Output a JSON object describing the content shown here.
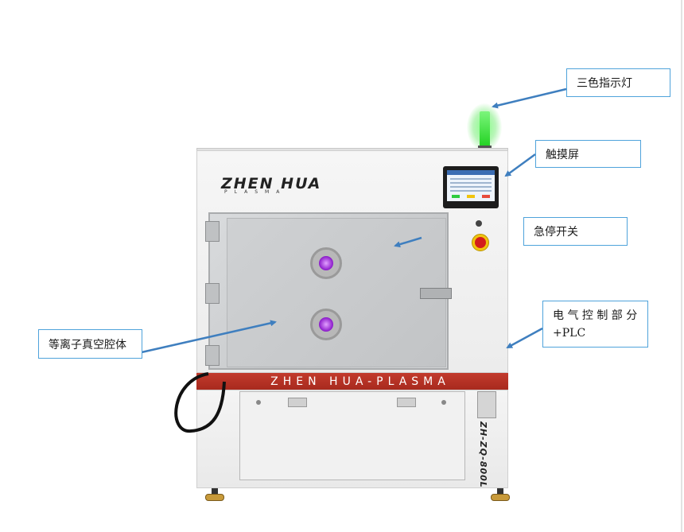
{
  "callouts": {
    "tricolor_light": "三色指示灯",
    "touchscreen": "触摸屏",
    "emergency_stop": "急停开关",
    "electrical_control_line1": "电 气 控 制 部 分",
    "electrical_control_line2": "+PLC",
    "vacuum_chamber": "等离子真空腔体"
  },
  "machine": {
    "logo_text": "ZHEN HUA",
    "logo_subtext": "PLASMA",
    "band_text": "ZHEN HUA-PLASMA",
    "model_text": "ZH-ZQ-800L"
  },
  "colors": {
    "callout_border": "#4fa3db",
    "arrow": "#3f7fbf",
    "band": "#b3301f",
    "indicator_glow": "#3ee63e",
    "viewport_glow": "#8a19c9"
  }
}
